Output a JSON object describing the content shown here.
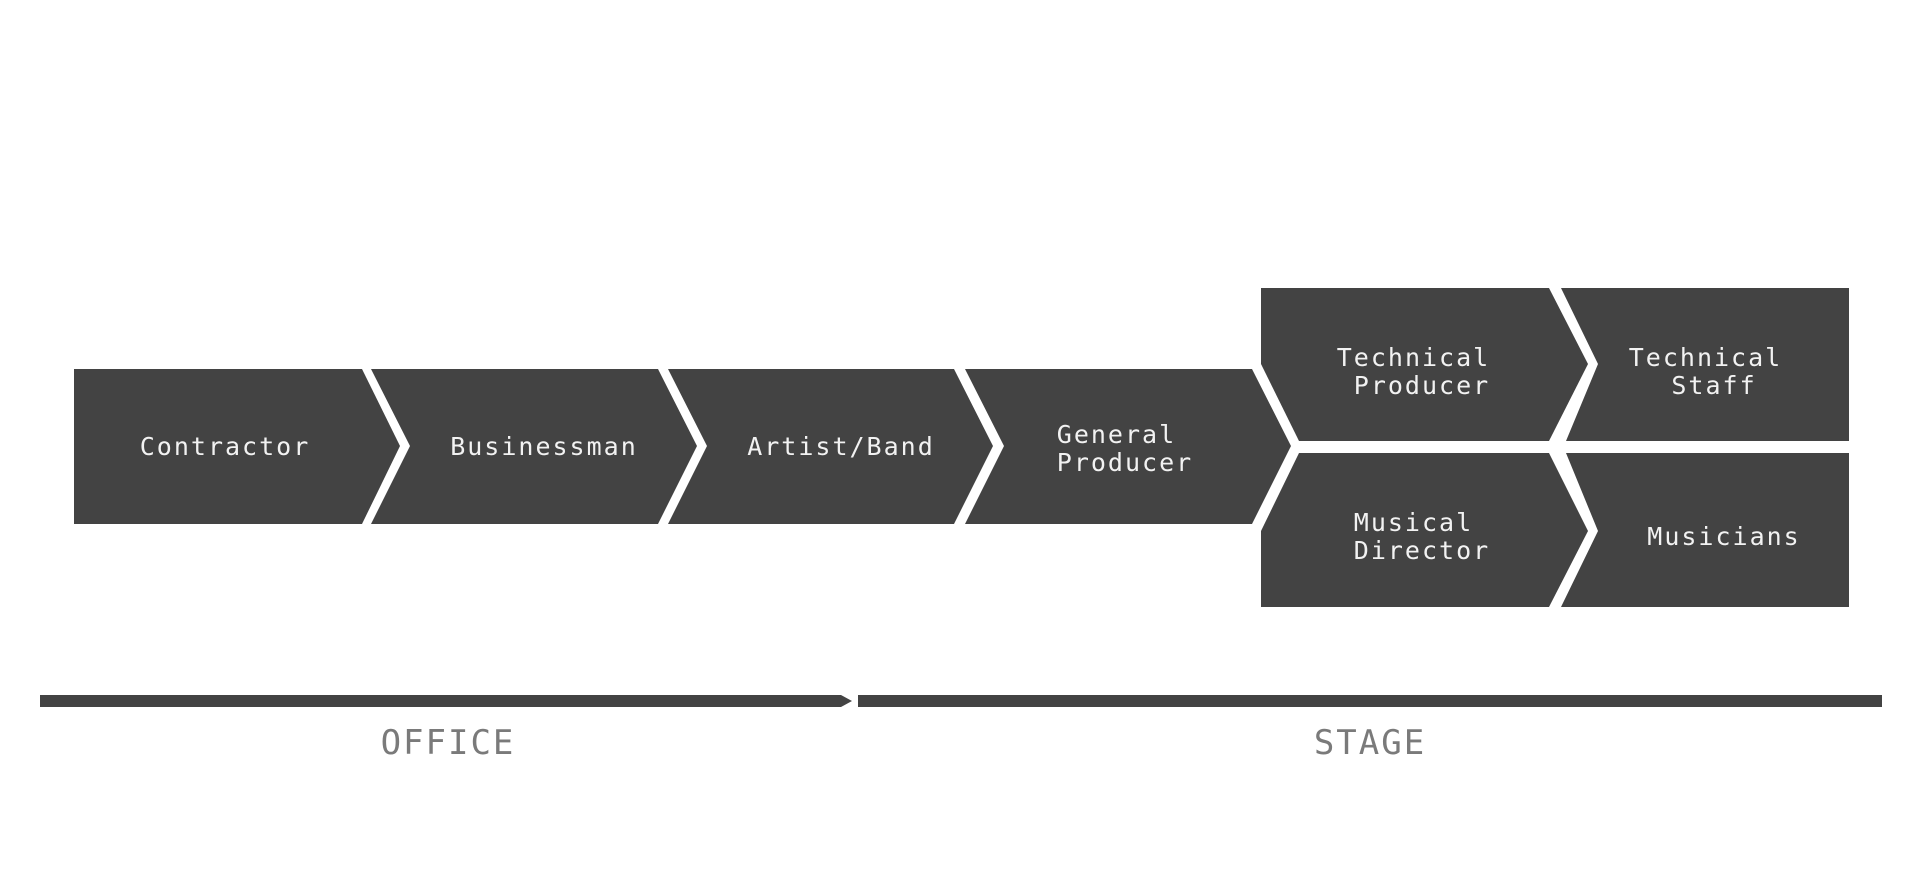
{
  "colors": {
    "node_fill": "#434343",
    "node_text": "#f2f2f2",
    "phase_bar": "#434343",
    "phase_text": "#7a7a7a",
    "background": "#ffffff"
  },
  "nodes": {
    "contractor": {
      "lines": [
        "Contractor"
      ]
    },
    "businessman": {
      "lines": [
        "Businessman"
      ]
    },
    "artist_band": {
      "lines": [
        "Artist/Band"
      ]
    },
    "general_producer": {
      "lines": [
        "General",
        "Producer"
      ]
    },
    "technical_producer": {
      "lines": [
        "Technical",
        "Producer"
      ]
    },
    "technical_staff": {
      "lines": [
        "Technical",
        "Staff"
      ]
    },
    "musical_director": {
      "lines": [
        "Musical",
        "Director"
      ]
    },
    "musicians": {
      "lines": [
        "Musicians"
      ]
    }
  },
  "phases": {
    "office": {
      "label": "OFFICE"
    },
    "stage": {
      "label": "STAGE"
    }
  }
}
